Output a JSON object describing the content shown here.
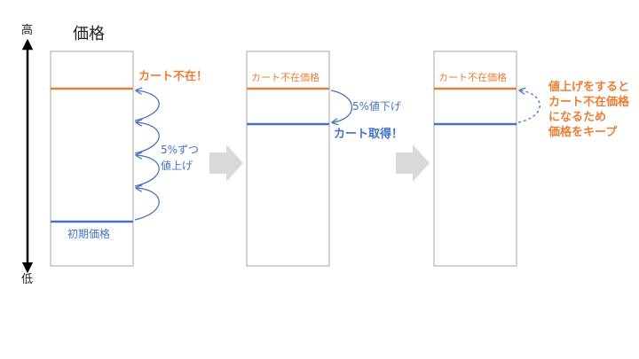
{
  "axis": {
    "high_label": "高",
    "low_label": "低"
  },
  "price_title": "価格",
  "panel1": {
    "cart_lost_label": "カート不在！",
    "step_line1": "5%ずつ",
    "step_line2": "値上げ",
    "initial_price_label": "初期価格"
  },
  "panel2": {
    "cart_absent_price_label": "カート不在価格",
    "price_down_label": "5%値下げ",
    "cart_won_label": "カート取得！"
  },
  "panel3": {
    "cart_absent_price_label": "カート不在価格",
    "note_lines": [
      "値上げをすると",
      "カート不在価格",
      "になるため",
      "価格をキープ"
    ]
  },
  "colors": {
    "orange": "#ED7D31",
    "blue": "#4472C4",
    "box_border": "#A6A6A6",
    "arrow_fill": "#D9D9D9"
  }
}
